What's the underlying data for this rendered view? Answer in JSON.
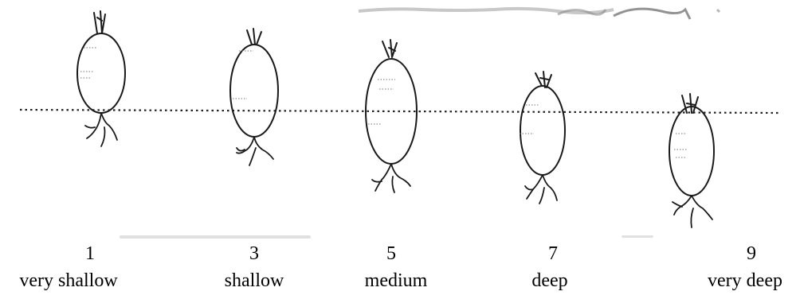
{
  "scale": [
    {
      "score": "1",
      "label": "very shallow"
    },
    {
      "score": "3",
      "label": "shallow"
    },
    {
      "score": "5",
      "label": "medium"
    },
    {
      "score": "7",
      "label": "deep"
    },
    {
      "score": "9",
      "label": "very deep"
    }
  ]
}
